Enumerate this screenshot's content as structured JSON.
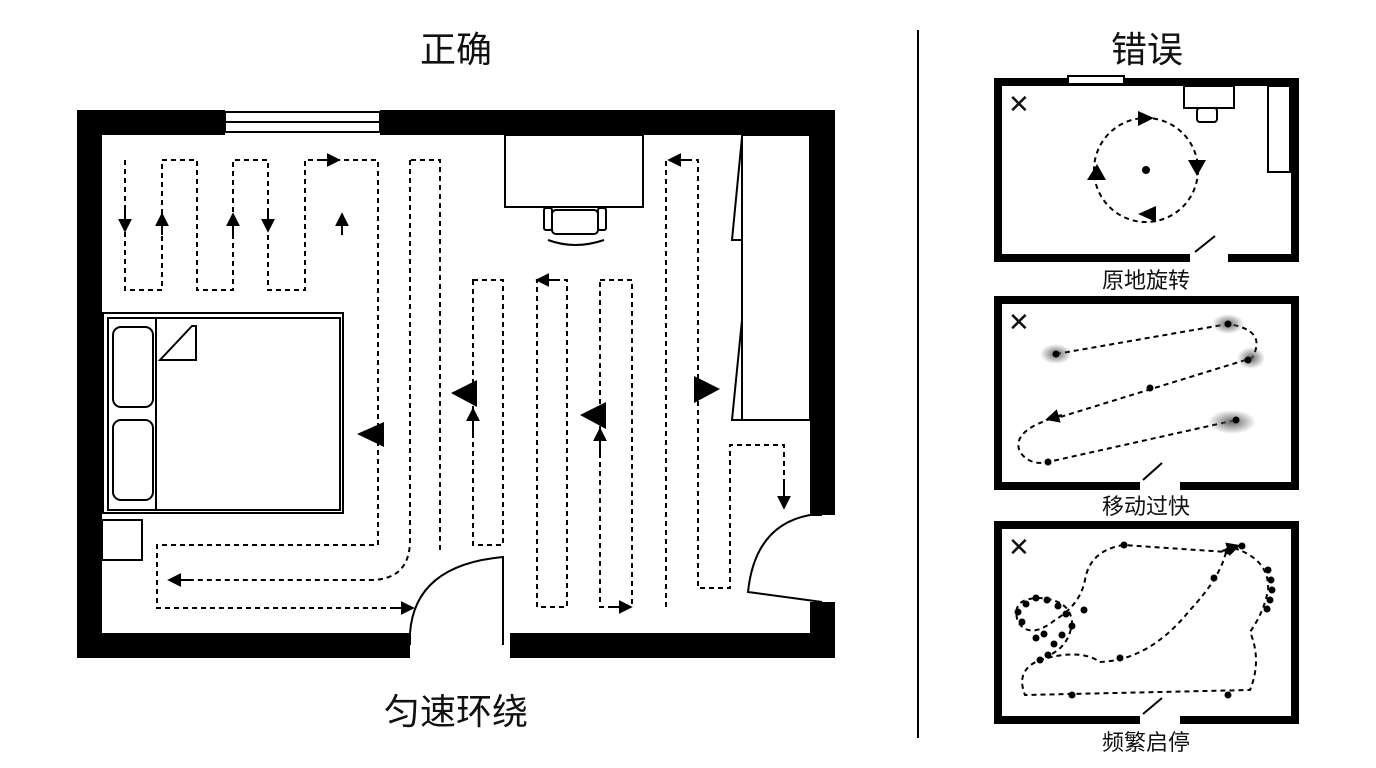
{
  "correct": {
    "heading": "正确",
    "caption": "匀速环绕"
  },
  "wrong": {
    "heading": "错误",
    "panels": [
      {
        "caption": "原地旋转",
        "mark": "✕"
      },
      {
        "caption": "移动过快",
        "mark": "✕"
      },
      {
        "caption": "频繁启停",
        "mark": "✕"
      }
    ]
  },
  "colors": {
    "ink": "#000000",
    "background": "#ffffff"
  }
}
